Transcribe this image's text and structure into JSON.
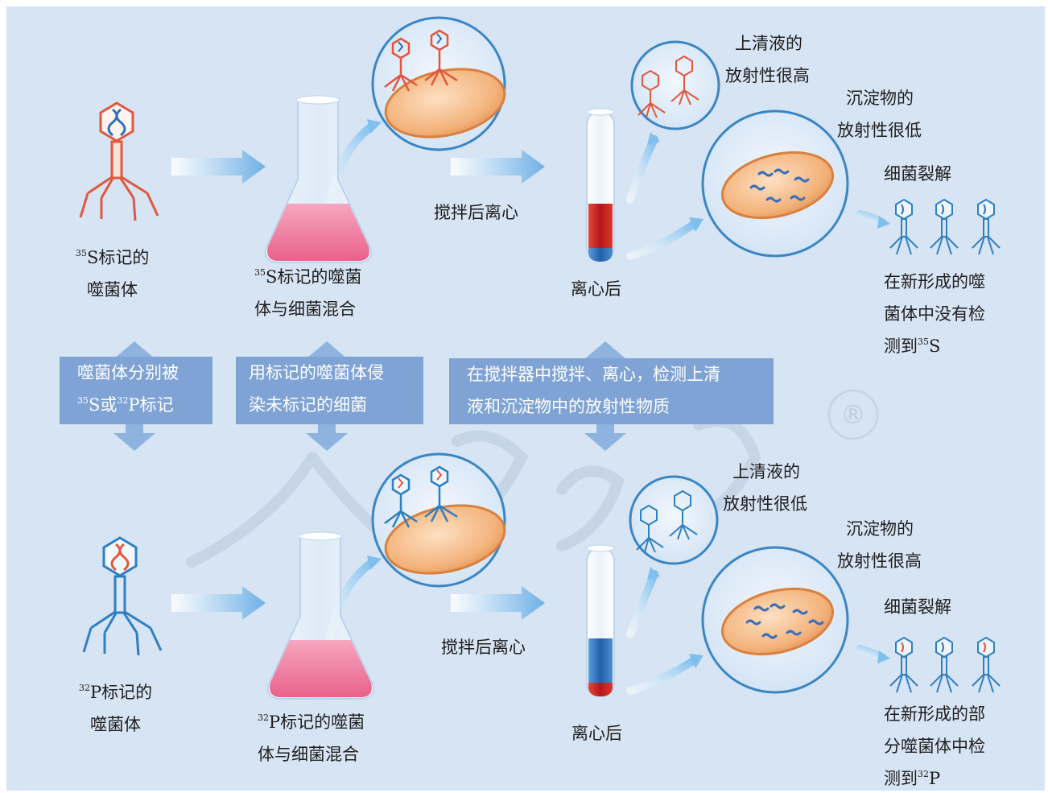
{
  "top_row": {
    "phage_label": {
      "iso_mass": "35",
      "iso_symbol": "S",
      "line1_rest": "标记的",
      "line2": "噬菌体"
    },
    "flask_label": {
      "iso_mass": "35",
      "iso_symbol": "S",
      "line1_rest": "标记的噬菌",
      "line2": "体与细菌混合"
    },
    "stir_label": "搅拌后离心",
    "tube_label": "离心后",
    "supernatant": {
      "line1": "上清液的",
      "line2": "放射性很高"
    },
    "sediment": {
      "line1": "沉淀物的",
      "line2": "放射性很低"
    },
    "lysis_label": "细菌裂解",
    "result": {
      "line1": "在新形成的噬",
      "line2": "菌体中没有检",
      "line3_prefix": "测到",
      "iso_mass": "35",
      "iso_symbol": "S"
    }
  },
  "bottom_row": {
    "phage_label": {
      "iso_mass": "32",
      "iso_symbol": "P",
      "line1_rest": "标记的",
      "line2": "噬菌体"
    },
    "flask_label": {
      "iso_mass": "32",
      "iso_symbol": "P",
      "line1_rest": "标记的噬菌",
      "line2": "体与细菌混合"
    },
    "stir_label": "搅拌后离心",
    "tube_label": "离心后",
    "supernatant": {
      "line1": "上清液的",
      "line2": "放射性很低"
    },
    "sediment": {
      "line1": "沉淀物的",
      "line2": "放射性很高"
    },
    "lysis_label": "细菌裂解",
    "result": {
      "line1": "在新形成的部",
      "line2": "分噬菌体中检",
      "line3_prefix": "测到",
      "iso_mass": "32",
      "iso_symbol": "P"
    }
  },
  "steps": {
    "step1": {
      "line1": "噬菌体分别被",
      "mass1": "35",
      "sym1": "S",
      "word_or": "或",
      "mass2": "32",
      "sym2": "P",
      "rest": "标记"
    },
    "step2": {
      "line1": "用标记的噬菌体侵",
      "line2": "染未标记的细菌"
    },
    "step3": {
      "line1": "在搅拌器中搅拌、离心，检测上清",
      "line2": "液和沉淀物中的放射性物质"
    }
  },
  "watermark": {
    "mark": "®"
  },
  "colors": {
    "background": "#d6e4f3",
    "step_box": "#7fa3d4",
    "arrow": "#a9c9ea",
    "label_circle_stroke": "#3a86c4",
    "phage_sulfur": "#e0573f",
    "phage_phosphorus": "#2f7fc1",
    "flask_liquid": "#ef7ea0",
    "tube_red": "#c8201e",
    "tube_blue": "#2c6fb8",
    "bacterium_fill": "#f2b07a"
  }
}
